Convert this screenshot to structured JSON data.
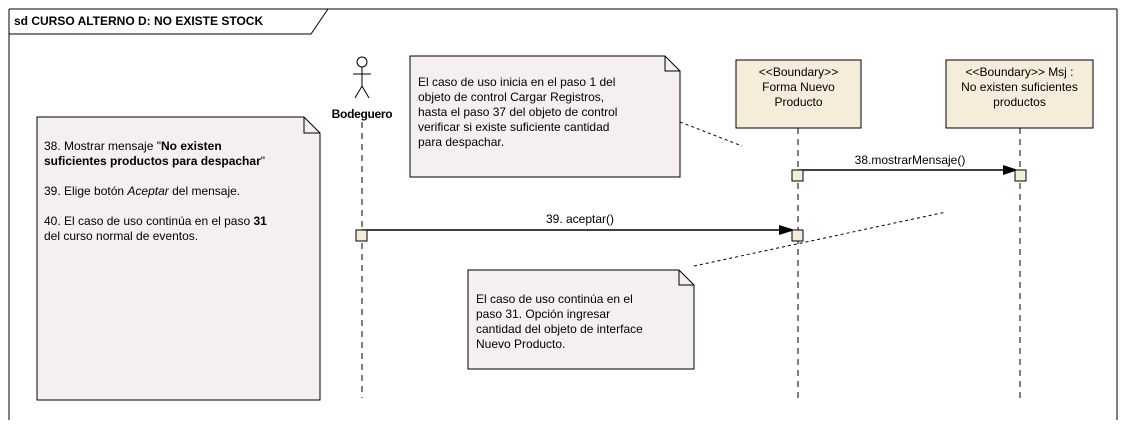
{
  "frame": {
    "title": "sd CURSO ALTERNO D: NO EXISTE STOCK"
  },
  "actor": {
    "name": "Bodeguero"
  },
  "lifelines": [
    {
      "stereotype": "<<Boundary>>",
      "name_line1": "Forma Nuevo",
      "name_line2": "Producto"
    },
    {
      "stereotype": "<<Boundary>> Msj :",
      "name_line1": "No existen suficientes",
      "name_line2": "productos"
    }
  ],
  "messages": [
    {
      "label": "38.mostrarMensaje()"
    },
    {
      "label": "39. aceptar()"
    }
  ],
  "notes": {
    "top": {
      "lines": [
        "El caso de uso inicia en el paso 1 del",
        "objeto de control Cargar Registros,",
        "hasta el paso 37 del objeto de control",
        "verificar si existe suficiente cantidad",
        "para despachar."
      ]
    },
    "left": {
      "p1_prefix": "38. Mostrar mensaje \"",
      "p1_bold_line1": "No existen",
      "p1_bold_line2": "suficientes productos para despachar",
      "p1_suffix": "\"",
      "p2_prefix": "39. Elige botón ",
      "p2_italic": "Aceptar",
      "p2_suffix": " del mensaje.",
      "p3_prefix": "40. El caso de uso continúa en el paso ",
      "p3_bold": "31",
      "p3_line2": "del curso normal de eventos."
    },
    "bottom": {
      "lines": [
        "El caso de uso continúa en el",
        "paso 31. Opción ingresar",
        "cantidad del objeto de interface",
        "Nuevo Producto."
      ]
    }
  },
  "colors": {
    "note_fill": "#f5eef3",
    "lifeline_fill": "#f5ecda",
    "line": "#000000"
  }
}
